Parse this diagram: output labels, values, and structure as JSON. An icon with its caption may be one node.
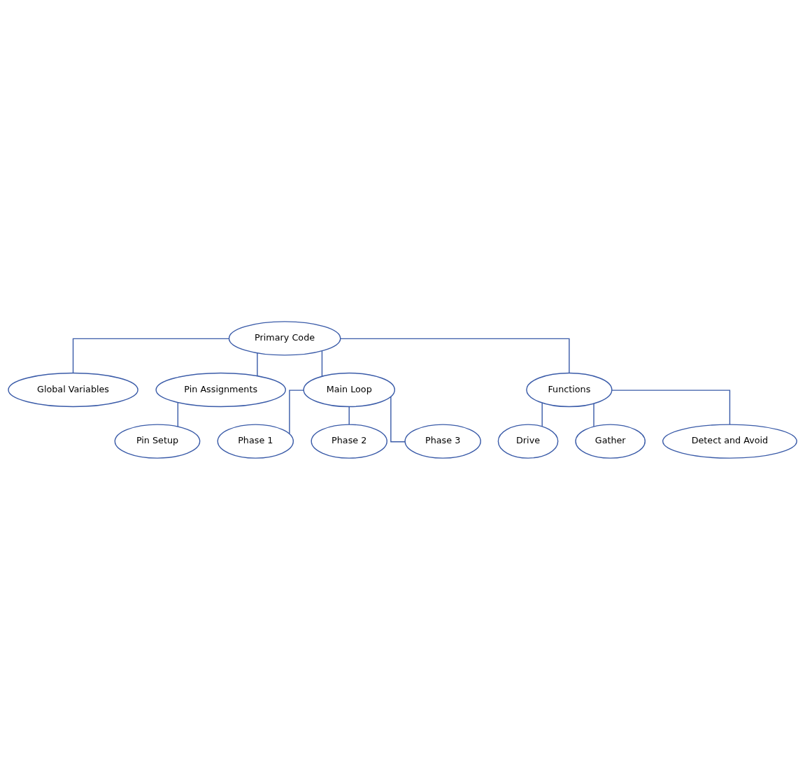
{
  "diagram": {
    "nodes": [
      {
        "text": [
          "Primary Code"
        ]
      },
      {
        "text": [
          "Global Variables"
        ]
      },
      {
        "text": [
          "Pin Assignments"
        ]
      },
      {
        "text": [
          "Main Loop"
        ]
      },
      {
        "text": [
          "Functions"
        ]
      },
      {
        "text": [
          "Pin Setup"
        ]
      },
      {
        "text": [
          "Phase 1"
        ]
      },
      {
        "text": [
          "Phase 2"
        ]
      },
      {
        "text": [
          "Phase 3"
        ]
      },
      {
        "text": [
          "Drive"
        ]
      },
      {
        "text": [
          "Gather"
        ]
      },
      {
        "text": [
          "Detect and Avoid"
        ]
      }
    ],
    "edges": [
      {
        "from": 0,
        "to": 1,
        "arrow": "none"
      },
      {
        "from": 0,
        "to": 2,
        "arrow": "none"
      },
      {
        "from": 0,
        "to": 3,
        "arrow": "none"
      },
      {
        "from": 0,
        "to": 4,
        "arrow": "none"
      },
      {
        "from": 2,
        "to": 5,
        "arrow": "none"
      },
      {
        "from": 3,
        "to": 6,
        "arrow": "none"
      },
      {
        "from": 3,
        "to": 7,
        "arrow": "none"
      },
      {
        "from": 3,
        "to": 8,
        "arrow": "none"
      },
      {
        "from": 4,
        "to": 9,
        "arrow": "none"
      },
      {
        "from": 4,
        "to": 10,
        "arrow": "none"
      },
      {
        "from": 4,
        "to": 11,
        "arrow": "none"
      }
    ]
  }
}
